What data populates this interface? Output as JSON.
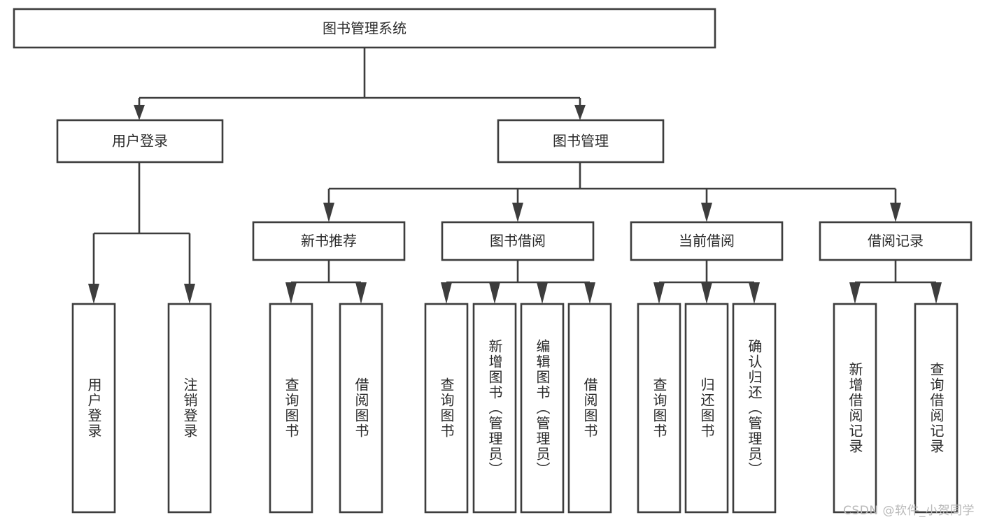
{
  "diagram": {
    "type": "tree-hierarchy-chart",
    "title": "图书管理系统",
    "watermark": "CSDN @软件_小贺同学",
    "colors": {
      "stroke": "#3d3d3d",
      "fill": "#ffffff",
      "text": "#2b2b2b",
      "watermark": "#b8b8b8",
      "background": "#ffffff"
    },
    "levels": {
      "level1": [
        {
          "id": "root",
          "label": "图书管理系统",
          "orientation": "horizontal"
        }
      ],
      "level2": [
        {
          "id": "user-login",
          "label": "用户登录",
          "orientation": "horizontal",
          "parent": "root"
        },
        {
          "id": "book-manage",
          "label": "图书管理",
          "orientation": "horizontal",
          "parent": "root"
        }
      ],
      "level3": [
        {
          "id": "new-book-recommend",
          "label": "新书推荐",
          "orientation": "horizontal",
          "parent": "book-manage"
        },
        {
          "id": "book-borrow",
          "label": "图书借阅",
          "orientation": "horizontal",
          "parent": "book-manage"
        },
        {
          "id": "current-borrow",
          "label": "当前借阅",
          "orientation": "horizontal",
          "parent": "book-manage"
        },
        {
          "id": "borrow-record",
          "label": "借阅记录",
          "orientation": "horizontal",
          "parent": "book-manage"
        }
      ],
      "level4": [
        {
          "id": "leaf-user-login",
          "label": "用户登录",
          "orientation": "vertical",
          "parent": "user-login"
        },
        {
          "id": "leaf-user-logout",
          "label": "注销登录",
          "orientation": "vertical",
          "parent": "user-login"
        },
        {
          "id": "leaf-query-book-1",
          "label": "查询图书",
          "orientation": "vertical",
          "parent": "new-book-recommend"
        },
        {
          "id": "leaf-borrow-book-1",
          "label": "借阅图书",
          "orientation": "vertical",
          "parent": "new-book-recommend"
        },
        {
          "id": "leaf-query-book-2",
          "label": "查询图书",
          "orientation": "vertical",
          "parent": "book-borrow"
        },
        {
          "id": "leaf-add-book",
          "label": "新增图书（管理员）",
          "orientation": "vertical",
          "parent": "book-borrow"
        },
        {
          "id": "leaf-edit-book",
          "label": "编辑图书（管理员）",
          "orientation": "vertical",
          "parent": "book-borrow"
        },
        {
          "id": "leaf-borrow-book-2",
          "label": "借阅图书",
          "orientation": "vertical",
          "parent": "book-borrow"
        },
        {
          "id": "leaf-query-book-3",
          "label": "查询图书",
          "orientation": "vertical",
          "parent": "current-borrow"
        },
        {
          "id": "leaf-return-book",
          "label": "归还图书",
          "orientation": "vertical",
          "parent": "current-borrow"
        },
        {
          "id": "leaf-confirm-return",
          "label": "确认归还（管理员）",
          "orientation": "vertical",
          "parent": "current-borrow"
        },
        {
          "id": "leaf-add-record",
          "label": "新增借阅记录",
          "orientation": "vertical",
          "parent": "borrow-record"
        },
        {
          "id": "leaf-query-record",
          "label": "查询借阅记录",
          "orientation": "vertical",
          "parent": "borrow-record"
        }
      ]
    }
  }
}
